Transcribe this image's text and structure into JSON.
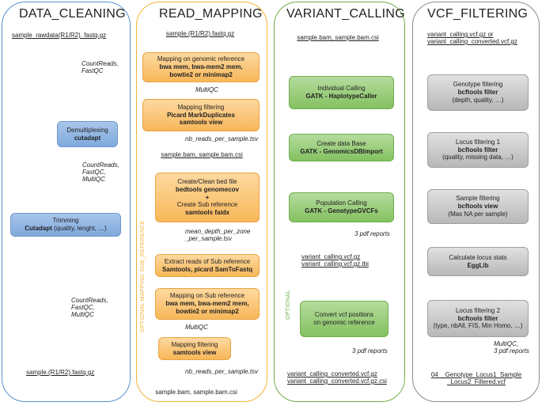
{
  "colors": {
    "blue": "#5b8fd0",
    "orange": "#f5b335",
    "green": "#70ad47",
    "grey": "#8c8c8c"
  },
  "data_cleaning": {
    "title": "DATA_CLEANING",
    "input": "sample_rawdata(R1/R2). fastq.gz",
    "qc1": [
      "CountReads,",
      "FastQC"
    ],
    "demux": {
      "line1": "Demultiplexing",
      "tool": "cutadapt"
    },
    "qc2": [
      "CountReads,",
      "FastQC,",
      "MultiQC"
    ],
    "trim": {
      "line1": "Trimming",
      "tool": "Cutadapt",
      "rest": " (quality, lenght, …)"
    },
    "qc3": [
      "CountReads,",
      "FastQC,",
      "MultiQC"
    ],
    "output": "sample.(R1/R2).fastq.gz"
  },
  "read_mapping": {
    "title": "READ_MAPPING",
    "input": "sample.(R1/R2).fastq.gz",
    "map1": {
      "line1": "Mapping  on genomic reference",
      "tools": [
        "bwa mem, bwa-mem2 mem,",
        "bowtie2 or minimap2"
      ]
    },
    "qc1": "MultiQC",
    "filt1": {
      "line1": "Mapping filtering",
      "tools": [
        "Picard MarkDuplicates",
        "samtools view"
      ]
    },
    "stat1": "nb_reads_per_sample.tsv",
    "bam1": "sample.bam, sample.bam.csi",
    "optional": "OPTIONAL MAPPING SUB_REFERENCE",
    "subref": {
      "line1": "Create/Clean bed file",
      "tool1": "bedtools genomecov",
      "plus": "+",
      "line2": "Create Sub reference",
      "tool2": "samtools faidx"
    },
    "stat2": [
      "mean_depth_per_zone",
      "_per_sample.tsv"
    ],
    "extract": {
      "line1": "Extract reads of Sub reference",
      "tool": "Samtools, picard SamToFastq"
    },
    "map2": {
      "line1": "Mapping on Sub reference",
      "tools": [
        "bwa mem, bwa-mem2 mem,",
        "bowtie2 or minimap2"
      ]
    },
    "qc2": "MultiQC",
    "filt2": {
      "line1": "Mapping filtering",
      "tool": "samtools view"
    },
    "stat3": "nb_reads_per_sample.tsv",
    "bam2": "sample.bam, sample.bam.csi"
  },
  "variant_calling": {
    "title": "VARIANT_CALLING",
    "input": "sample.bam, sample.bam.csi",
    "call": {
      "line1": "Individual Calling",
      "tool": "GATK - HaplotypeCaller"
    },
    "db": {
      "line1": "Create data Base",
      "tool": "GATK - GenomicsDBImport"
    },
    "pop": {
      "line1": "Population Calling",
      "tool": "GATK - GenotypeGVCFs"
    },
    "report1": "3 pdf reports",
    "vcf1": [
      "variant_calling.vcf.gz",
      "variant_calling.vcf.gz.tbi"
    ],
    "optional": "OPTIONAL",
    "convert": [
      "Convert vcf positions",
      "on genomic reference"
    ],
    "report2": "3 pdf reports",
    "vcf2": [
      "variant_calling_converted.vcf.gz",
      "variant_calling_converted.vcf.gz.csi"
    ]
  },
  "vcf_filtering": {
    "title": "VCF_FILTERING",
    "input": [
      "variant_calling.vcf.gz or",
      "variant_calling_converted.vcf.gz"
    ],
    "geno": {
      "line1": "Genotype filtering",
      "tool": "bcftools filter",
      "detail": "(depth, quality, …)"
    },
    "locus1": {
      "line1": "Locus filtering 1",
      "tool": "bcftools filter",
      "detail": "(quality, missing data, …)"
    },
    "sample": {
      "line1": "Sample filtering",
      "tool": "bcftools view",
      "detail": "(Max NA per sample)"
    },
    "stats": {
      "line1": "Calculate locus stats",
      "tool": "EggLib"
    },
    "locus2": {
      "line1": "Locus filtering 2",
      "tool": "bcftools filter",
      "detail": "(type, nbAll, FIS, Min Homo, …)"
    },
    "report": [
      "MultiQC,",
      "3 pdf reports"
    ],
    "output": [
      "04__Genotype_Locus1_Sample",
      "_Locus2_Filtered.vcf"
    ]
  }
}
